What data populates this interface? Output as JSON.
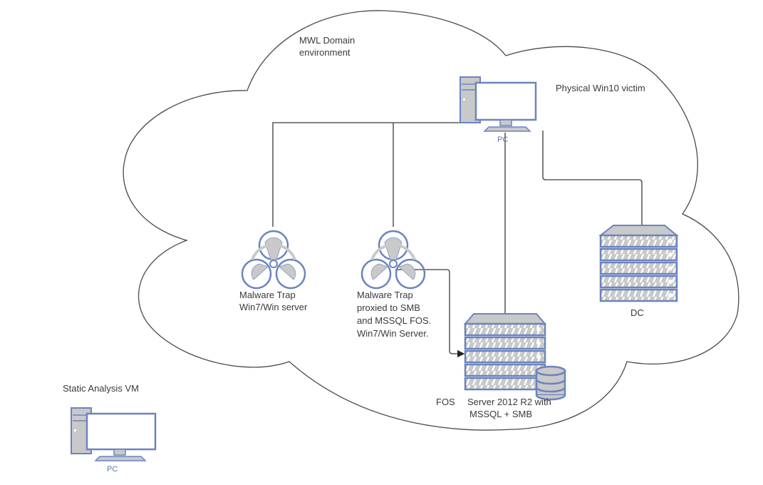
{
  "colors": {
    "icon_stroke": "#6b84bf",
    "icon_fill_gray": "#c9c9c9",
    "line": "#3a3a3a",
    "text": "#3a3a3a",
    "pc_label": "#5b75b5"
  },
  "cloud": {
    "label_line1": "MWL Domain",
    "label_line2": "environment"
  },
  "nodes": {
    "win10_victim": {
      "icon": "desktop-pc-icon",
      "caption": "PC",
      "label": "Physical Win10 victim"
    },
    "trap1": {
      "icon": "biohazard-icon",
      "label_lines": [
        "Malware Trap",
        "Win7/Win server"
      ]
    },
    "trap2": {
      "icon": "biohazard-icon",
      "label_lines": [
        "Malware Trap",
        "proxied to SMB",
        "and MSSQL FOS.",
        "Win7/Win Server."
      ]
    },
    "fos": {
      "icon": "database-server-icon",
      "name": "FOS",
      "label_lines": [
        "Server 2012 R2 with",
        "MSSQL + SMB"
      ]
    },
    "dc": {
      "icon": "server-rack-icon",
      "label": "DC"
    },
    "static_vm": {
      "icon": "desktop-pc-icon",
      "caption": "PC",
      "label": "Static Analysis VM"
    }
  },
  "connections": [
    {
      "from": "win10_victim",
      "to": "trap1"
    },
    {
      "from": "win10_victim",
      "to": "trap2"
    },
    {
      "from": "win10_victim",
      "to": "fos"
    },
    {
      "from": "win10_victim",
      "to": "dc"
    },
    {
      "from": "trap2",
      "to": "fos",
      "arrow": true
    }
  ]
}
